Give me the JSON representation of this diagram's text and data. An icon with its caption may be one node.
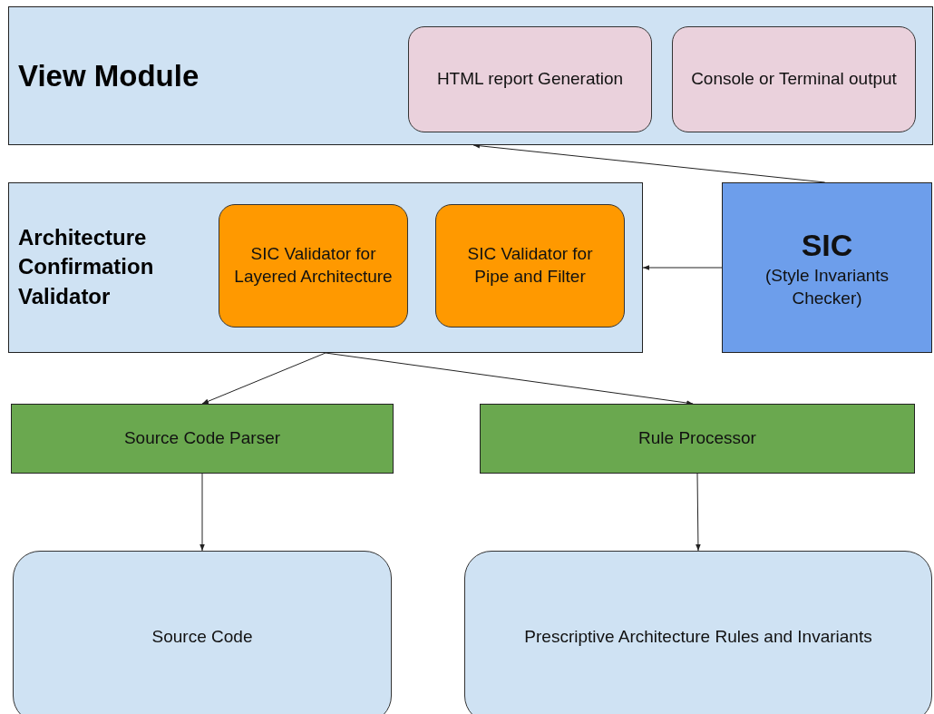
{
  "diagram": {
    "nodes": [
      {
        "text": [
          "View Module"
        ]
      },
      {
        "text": [
          "HTML report Generation"
        ],
        "in": 0
      },
      {
        "text": [
          "Console or Terminal output"
        ],
        "in": 0
      },
      {
        "text": [
          "Architecture Confirmation Validator"
        ]
      },
      {
        "text": [
          "SIC Validator for Layered Architecture"
        ],
        "in": 3
      },
      {
        "text": [
          "SIC Validator for Pipe and Filter"
        ],
        "in": 3
      },
      {
        "text": [
          "SIC",
          "(Style Invariants Checker)"
        ]
      },
      {
        "text": [
          "Source Code Parser"
        ]
      },
      {
        "text": [
          "Rule Processor"
        ]
      },
      {
        "text": [
          "Source Code"
        ]
      },
      {
        "text": [
          "Prescriptive Architecture Rules and Invariants"
        ]
      }
    ],
    "edges": [
      {
        "from": 6,
        "to": 0,
        "arrow": "to"
      },
      {
        "from": 6,
        "to": 3,
        "arrow": "to"
      },
      {
        "from": 3,
        "to": 7,
        "arrow": "to"
      },
      {
        "from": 3,
        "to": 8,
        "arrow": "to"
      },
      {
        "from": 7,
        "to": 9,
        "arrow": "to"
      },
      {
        "from": 8,
        "to": 10,
        "arrow": "to"
      }
    ]
  }
}
